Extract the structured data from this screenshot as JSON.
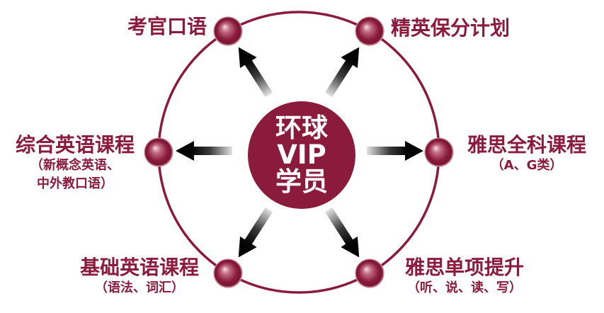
{
  "center": {
    "line1": "环球",
    "line2": "VIP",
    "line3": "学员"
  },
  "nodes": [
    {
      "title": "考官口语",
      "sub": []
    },
    {
      "title": "精英保分计划",
      "sub": []
    },
    {
      "title": "综合英语课程",
      "sub": [
        "（新概念英语、",
        "中外教口语）"
      ]
    },
    {
      "title": "雅思全科课程",
      "sub": [
        "（A、G类）"
      ]
    },
    {
      "title": "基础英语课程",
      "sub": [
        "（语法、词汇）"
      ]
    },
    {
      "title": "雅思单项提升",
      "sub": [
        "（听、说、读、写）"
      ]
    }
  ],
  "colors": {
    "maroon": "#8b1b3d",
    "label": "#8b1b3d",
    "center_text": "#ffffff",
    "arrow": "#000000"
  }
}
